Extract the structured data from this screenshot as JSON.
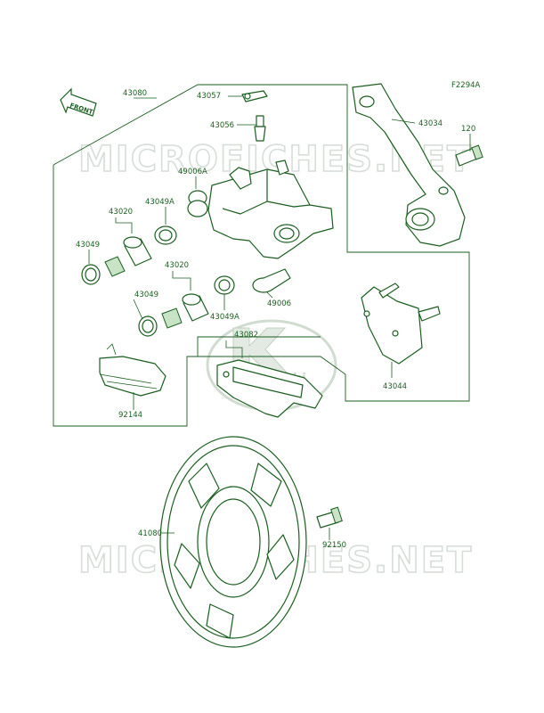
{
  "diagram_code": "F2294A",
  "front_label": "FRONT",
  "watermark_text": "MICROFICHES.NET",
  "brand_logo_text": "Kawasaki",
  "parts": [
    {
      "id": "43080"
    },
    {
      "id": "43057"
    },
    {
      "id": "43056"
    },
    {
      "id": "43034"
    },
    {
      "id": "120"
    },
    {
      "id": "49006A"
    },
    {
      "id": "43049A"
    },
    {
      "id": "43020"
    },
    {
      "id": "43049"
    },
    {
      "id": "43020"
    },
    {
      "id": "43049"
    },
    {
      "id": "43049A"
    },
    {
      "id": "49006"
    },
    {
      "id": "43082"
    },
    {
      "id": "43044"
    },
    {
      "id": "92144"
    },
    {
      "id": "41080"
    },
    {
      "id": "92150"
    }
  ],
  "colors": {
    "line": "#1b5e20",
    "shade": "#c9e3c7",
    "watermark": "#d7ddd8"
  }
}
